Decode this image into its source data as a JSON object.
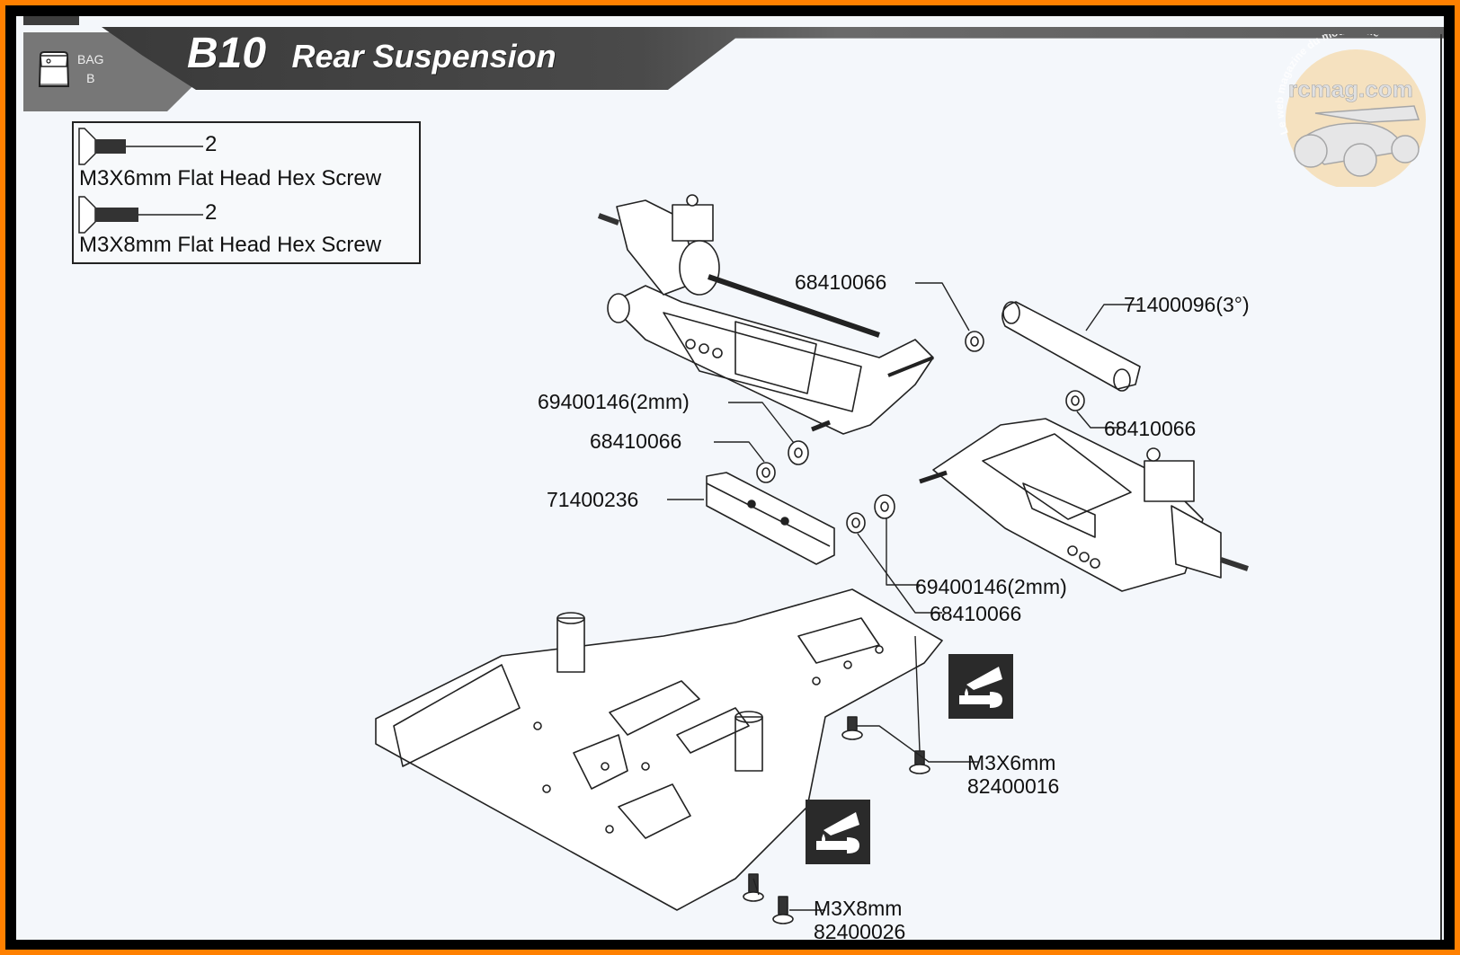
{
  "header": {
    "bag_label": "BAG",
    "bag_letter": "B",
    "step": "B10",
    "title": "Rear Suspension"
  },
  "parts_list": [
    {
      "name": "M3X6mm Flat Head Hex Screw",
      "qty": "2",
      "icon": "flat-head-screw-short-icon"
    },
    {
      "name": "M3X8mm Flat Head Hex Screw",
      "qty": "2",
      "icon": "flat-head-screw-long-icon"
    }
  ],
  "callouts": {
    "bushing_top": "68410066",
    "hinge_pin_mount": "71400096(3°)",
    "bushing_right": "68410066",
    "washer_left": "69400146(2mm)",
    "bushing_left": "68410066",
    "front_mount": "71400236",
    "washer_right": "69400146(2mm)",
    "bushing_bottom_right": "68410066",
    "screw_m3x6_size": "M3X6mm",
    "screw_m3x6_code": "82400016",
    "screw_m3x8_size": "M3X8mm",
    "screw_m3x8_code": "82400026"
  },
  "icons": {
    "thread_lock_icon": "thread-lock-icon",
    "bag_icon": "bag-icon"
  },
  "watermark": {
    "site": "rcmag.com",
    "tagline": "Le web magazine du modelisme"
  },
  "colors": {
    "border_outer": "#ff8000",
    "border_inner": "#000000",
    "header_band": "#444444",
    "page_bg": "#f4f7fb",
    "watermark_orange": "#f5c77a"
  }
}
